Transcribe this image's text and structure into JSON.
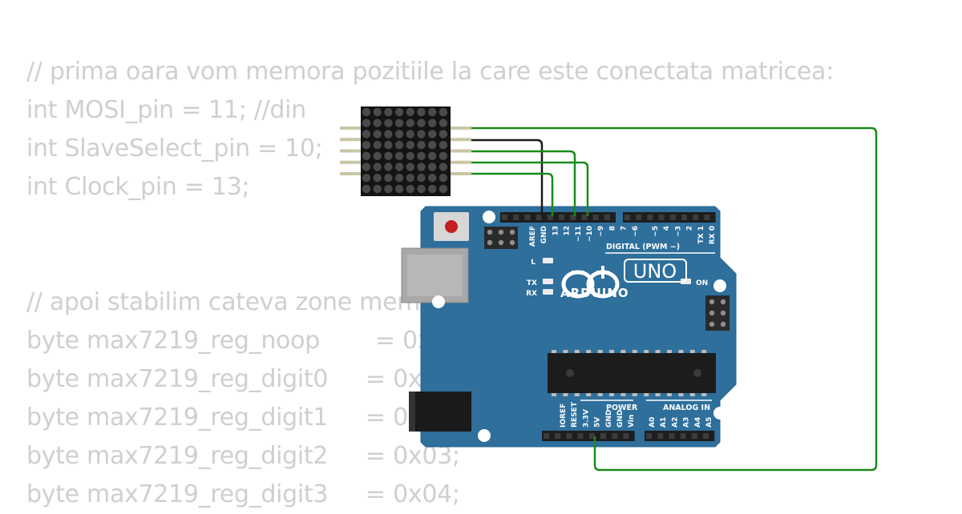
{
  "code_lines": [
    {
      "text": "// prima oara vom memora pozitiile la care este conectata matricea:",
      "value": ""
    },
    {
      "text": "int MOSI_pin = 11; //din",
      "value": ""
    },
    {
      "text": "int SlaveSelect_pin = 10;",
      "value": ""
    },
    {
      "text": "int Clock_pin = 13;",
      "value": ""
    },
    {
      "text": "",
      "value": ""
    },
    {
      "text": "",
      "value": ""
    },
    {
      "text": "// apoi stabilim cateva zone mem",
      "value": ""
    },
    {
      "text": "byte max7219_reg_noop",
      "value": "= 0x00;"
    },
    {
      "text": "byte max7219_reg_digit0",
      "value": "= 0x01;"
    },
    {
      "text": "byte max7219_reg_digit1",
      "value": "= 0x02;"
    },
    {
      "text": "byte max7219_reg_digit2",
      "value": "= 0x03;"
    },
    {
      "text": "byte max7219_reg_digit3",
      "value": "= 0x04;"
    }
  ],
  "board": {
    "brand": "ARDUINO",
    "model": "UNO",
    "on_label": "ON",
    "digital_header_label": "DIGITAL (PWM ~)",
    "power_header_label": "POWER",
    "analog_header_label": "ANALOG IN",
    "led_labels": [
      "L",
      "TX",
      "RX"
    ],
    "digital_pins": [
      "AREF",
      "GND",
      "13",
      "12",
      "~11",
      "~10",
      "~9",
      "8",
      "7",
      "~6",
      "~5",
      "4",
      "~3",
      "2",
      "TX 1",
      "RX 0"
    ],
    "power_pins": [
      "IOREF",
      "RESET",
      "3.3V",
      "5V",
      "GND",
      "GND",
      "Vin"
    ],
    "analog_pins": [
      "A0",
      "A1",
      "A2",
      "A3",
      "A4",
      "A5"
    ]
  },
  "colors": {
    "board": "#2e6f9c",
    "wire_green": "#1a8a1a",
    "wire_black": "#1a1a1a",
    "code_text": "#cfcfcf"
  }
}
